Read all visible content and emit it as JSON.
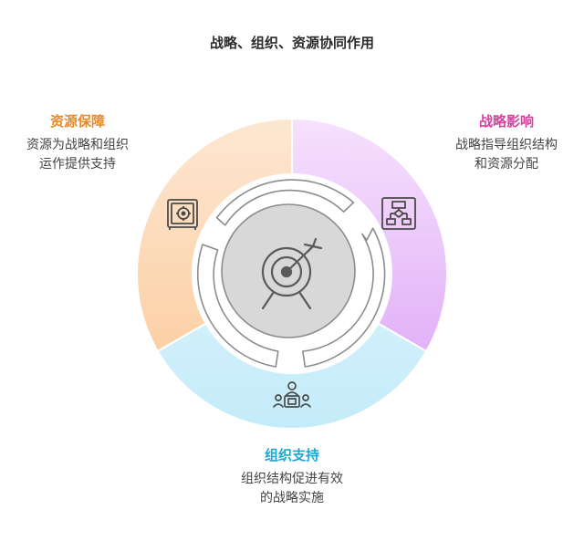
{
  "title": "战略、组织、资源协同作用",
  "sections": {
    "resources": {
      "title": "资源保障",
      "desc_line1": "资源为战略和组织",
      "desc_line2": "运作提供支持",
      "color": "#e8892a",
      "fill": "#fde0c4",
      "icon": "safe-icon"
    },
    "strategy": {
      "title": "战略影响",
      "desc_line1": "战略指导组织结构",
      "desc_line2": "和资源分配",
      "color": "#d6409f",
      "fill": "#ebcbfb",
      "icon": "flowchart-icon"
    },
    "organization": {
      "title": "组织支持",
      "desc_line1": "组织结构促进有效",
      "desc_line2": "的战略实施",
      "color": "#1fa8d6",
      "fill": "#cdeffb",
      "icon": "meeting-icon"
    }
  },
  "center": {
    "icon": "target-arrow-icon"
  }
}
